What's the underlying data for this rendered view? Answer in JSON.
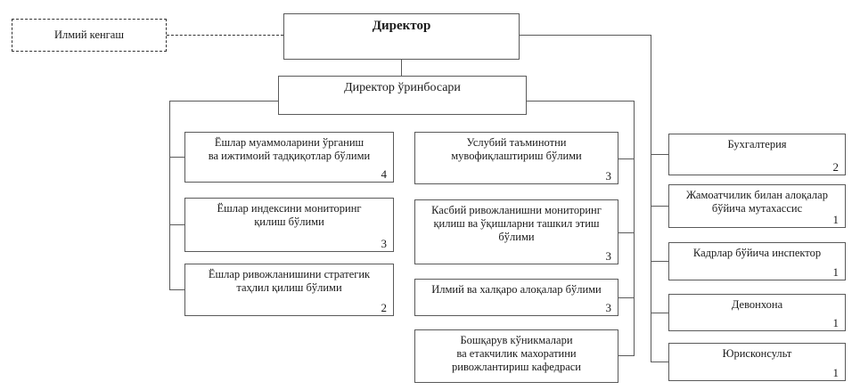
{
  "diagram": {
    "title_root": "Директор",
    "deputy": "Директор ўринбосари",
    "advisory": "Илмий кенгаш",
    "line_color": "#5a5a5a",
    "columns": {
      "left": [
        {
          "label": "Ёшлар муаммоларини ўрганиш\nва ижтимоий тадқиқотлар бўлими",
          "count": "4"
        },
        {
          "label": "Ёшлар индексини мониторинг\nқилиш бўлими",
          "count": "3"
        },
        {
          "label": "Ёшлар ривожланишини стратегик\nтаҳлил қилиш бўлими",
          "count": "2"
        }
      ],
      "middle": [
        {
          "label": "Услубий таъминотни\nмувофиқлаштириш бўлими",
          "count": "3"
        },
        {
          "label": "Касбий ривожланишни мониторинг\nқилиш ва ўқишларни ташкил этиш\nбўлими",
          "count": "3"
        },
        {
          "label": "Илмий ва халқаро алоқалар бўлими",
          "count": "3"
        },
        {
          "label": "Бошқарув кўникмалари\nва етакчилик махоратини\nривожлантириш кафедраси",
          "count": ""
        }
      ],
      "right": [
        {
          "label": "Бухгалтерия",
          "count": "2"
        },
        {
          "label": "Жамоатчилик билан алоқалар\nбўйича мутахассис",
          "count": "1"
        },
        {
          "label": "Кадрлар бўйича инспектор",
          "count": "1"
        },
        {
          "label": "Девонхона",
          "count": "1"
        },
        {
          "label": "Юрисконсульт",
          "count": "1"
        }
      ]
    }
  }
}
